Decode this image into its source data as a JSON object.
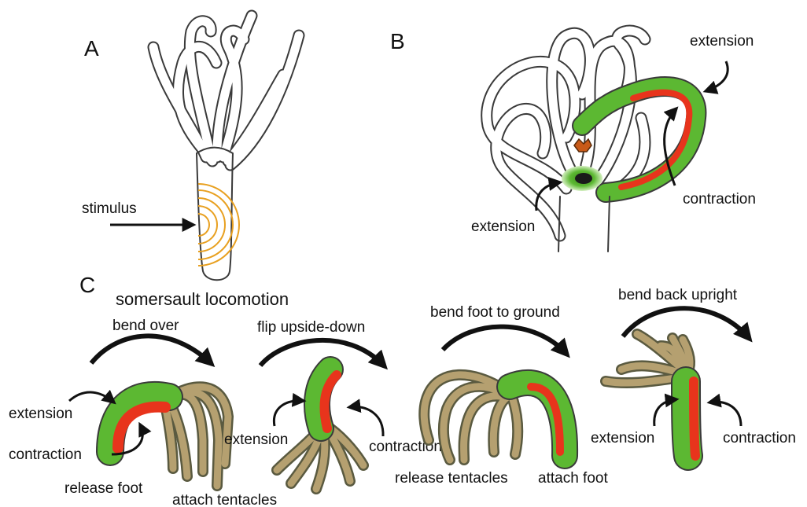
{
  "panels": {
    "a": {
      "letter": "A",
      "stimulus_label": "stimulus"
    },
    "b": {
      "letter": "B",
      "extension_top": "extension",
      "contraction": "contraction",
      "extension_bottom": "extension"
    },
    "c": {
      "letter": "C",
      "title": "somersault locomotion",
      "stages": [
        {
          "arc_label": "bend over",
          "extension": "extension",
          "contraction": "contraction",
          "release": "release foot",
          "attach": "attach tentacles"
        },
        {
          "arc_label": "flip upside-down",
          "extension": "extension",
          "contraction": "contraction"
        },
        {
          "arc_label": "bend foot to ground",
          "release": "release tentacles",
          "attach": "attach foot"
        },
        {
          "arc_label": "bend back upright",
          "extension": "extension",
          "contraction": "contraction"
        }
      ]
    }
  },
  "colors": {
    "contraction": "#e8341c",
    "extension": "#5cb832",
    "stimulus_rings": "#e8a020",
    "outline": "#3a3a3a"
  }
}
